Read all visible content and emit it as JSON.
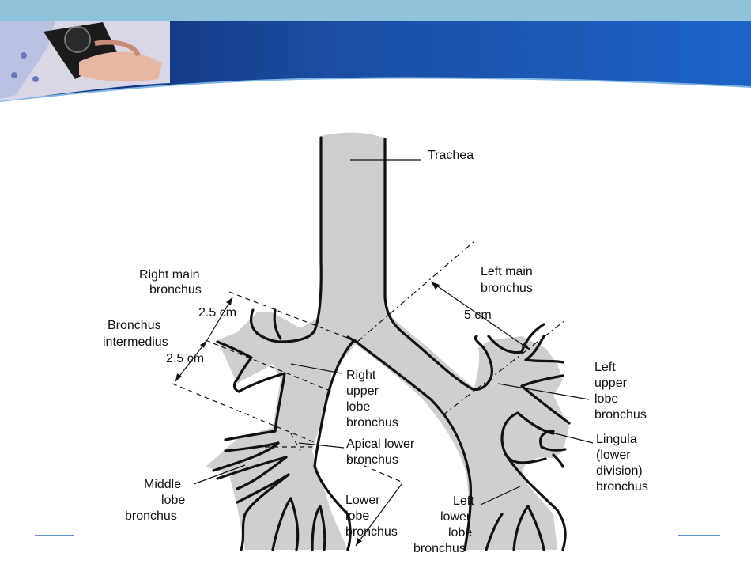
{
  "labels": {
    "trachea": "Trachea",
    "right_main_1": "Right main",
    "right_main_2": "bronchus",
    "left_main_1": "Left main",
    "left_main_2": "bronchus",
    "dim_upper_right": "2.5 cm",
    "bronchus_int_1": "Bronchus",
    "bronchus_int_2": "intermedius",
    "dim_lower_right": "2.5 cm",
    "dim_left": "5 cm",
    "right_upper_1": "Right",
    "right_upper_2": "upper",
    "right_upper_3": "lobe",
    "right_upper_4": "bronchus",
    "left_upper_1": "Left",
    "left_upper_2": "upper",
    "left_upper_3": "lobe",
    "left_upper_4": "bronchus",
    "apical_1": "Apical lower",
    "apical_2": "bronchus",
    "lingula_1": "Lingula",
    "lingula_2": "(lower",
    "lingula_3": "division)",
    "lingula_4": "bronchus",
    "middle_1": "Middle",
    "middle_2": "lobe",
    "middle_3": "bronchus",
    "lower_1": "Lower",
    "lower_2": "lobe",
    "lower_3": "bronchus",
    "left_lower_1": "Left",
    "left_lower_2": "lower",
    "left_lower_3": "lobe",
    "left_lower_4": "bronchus"
  },
  "colors": {
    "header_top": "#8fc3dc",
    "header_mid": "#1c4e9e",
    "header_dark": "#0b2a6b",
    "lumen": "#cfcfcf"
  }
}
